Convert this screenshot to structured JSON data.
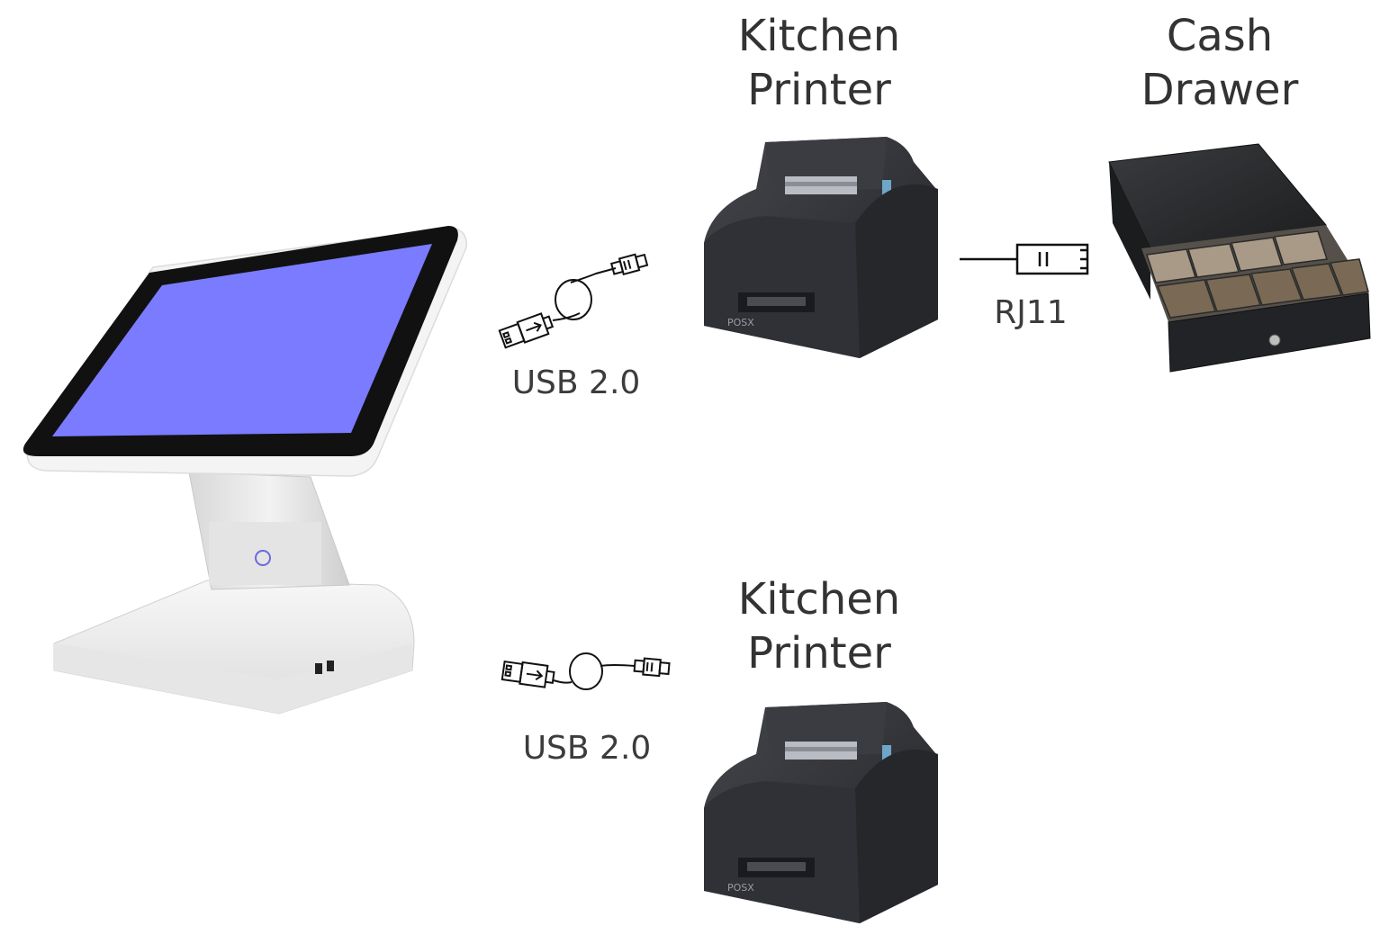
{
  "devices": {
    "kitchen_printer_top": {
      "line1": "Kitchen",
      "line2": "Printer"
    },
    "cash_drawer": {
      "line1": "Cash",
      "line2": "Drawer"
    },
    "kitchen_printer_bottom": {
      "line1": "Kitchen",
      "line2": "Printer"
    }
  },
  "connections": {
    "usb_top": "USB 2.0",
    "rj11": "RJ11",
    "usb_bottom": "USB 2.0"
  },
  "printer_brand": "POSX",
  "icons": {
    "pos_terminal": "pos-terminal-icon",
    "usb_cable": "usb-cable-icon",
    "rj11_cable": "rj11-cable-icon",
    "printer": "printer-icon",
    "cash_drawer": "cash-drawer-icon"
  },
  "colors": {
    "screen": "#7b7bff",
    "printer_body": "#2e2f33",
    "text": "#333333"
  }
}
